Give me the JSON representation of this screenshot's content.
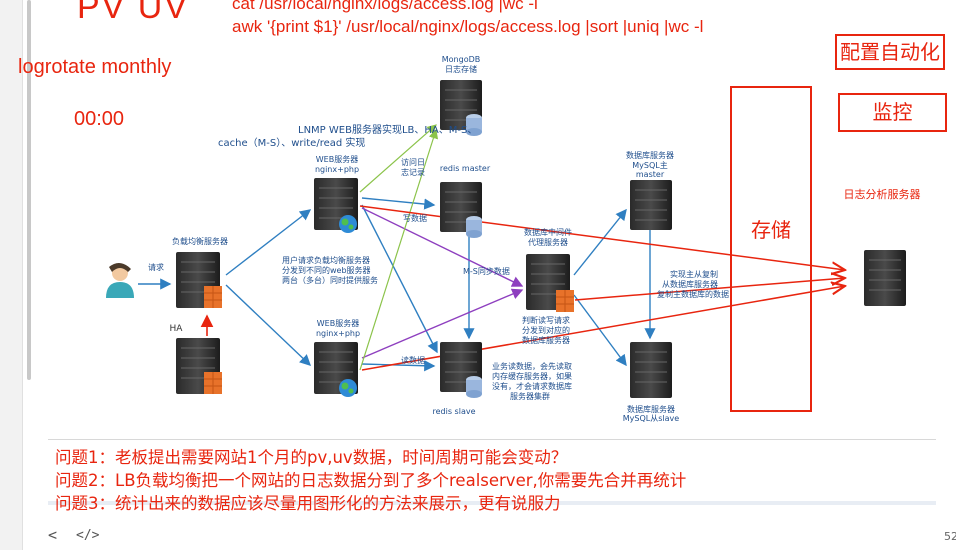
{
  "header": {
    "title": "PV  UV",
    "cmd1": "cat /usr/local/nginx/logs/access.log |wc -l",
    "cmd2": "awk '{print $1}' /usr/local/nginx/logs/access.log |sort |uniq |wc -l"
  },
  "notes": {
    "logrotate": "logrotate  monthly",
    "time": "00:00",
    "config": "配置自动化",
    "monitor": "监控",
    "storage": "存储",
    "log_server": "日志分析服务器"
  },
  "diagram": {
    "title_line1": "LNMP WEB服务器实现LB、HA、M-S、",
    "title_line2": "cache（M-S）、write/read 实现",
    "mongodb_1": "MongoDB",
    "mongodb_2": "日志存储",
    "web1_1": "WEB服务器",
    "web1_2": "nginx+php",
    "web2_1": "WEB服务器",
    "web2_2": "nginx+php",
    "lb": "负载均衡服务器",
    "request": "请求",
    "ha": "HA",
    "access_log_1": "访问日",
    "access_log_2": "志记录",
    "redis_master": "redis  master",
    "write_data": "写数据",
    "read_data": "读数据",
    "ms_sync": "M-S同步数据",
    "redis_slave": "redis  slave",
    "mw_1": "数据库中间件",
    "mw_2": "代理服务器",
    "db_master_1": "数据库服务器",
    "db_master_2": "MySQL主",
    "db_master_3": "master",
    "db_slave_1": "数据库服务器",
    "db_slave_2": "MySQL从slave",
    "user_desc_1": "用户请求负载均衡服务器",
    "user_desc_2": "分发到不同的web服务器",
    "user_desc_3": "两台（多台）同时提供服务",
    "rw_1": "判断读写请求",
    "rw_2": "分发到对应的",
    "rw_3": "数据库服务器",
    "biz_1": "业务读数据，会先读取",
    "biz_2": "内存缓存服务器，如果",
    "biz_3": "没有，才会请求数据库",
    "biz_4": "服务器集群",
    "repl_1": "实现主从复制",
    "repl_2": "从数据库服务器",
    "repl_3": "复制主数据库的数据"
  },
  "questions": [
    "问题1：老板提出需要网站1个月的pv,uv数据，时间周期可能会变动？",
    "问题2：LB负载均衡把一个网站的日志数据分到了多个realserver,你需要先合并再统计",
    "问题3：统计出来的数据应该尽量用图形化的方法来展示，更有说服力"
  ],
  "footer": {
    "prev": "<",
    "code": "</>",
    "page": "52"
  }
}
